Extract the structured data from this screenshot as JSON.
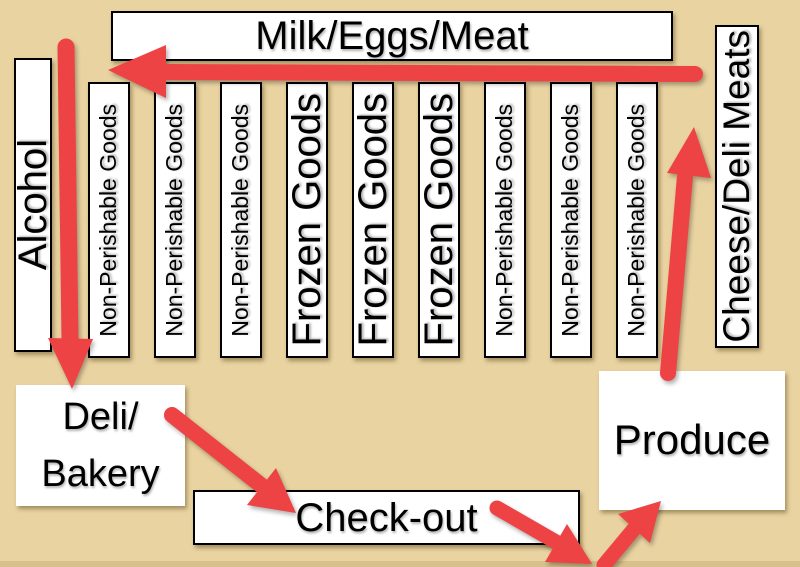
{
  "colors": {
    "background": "#e9d3a1",
    "bottom_edge": "#d7c08c",
    "arrow_red": "#ee4345",
    "box_fill": "#ffffff",
    "box_border": "#000000",
    "text": "#000000"
  },
  "store_map": {
    "top_section": {
      "label": "Milk/Eggs/Meat"
    },
    "left_section": {
      "label": "Alcohol"
    },
    "right_section": {
      "label": "Cheese/Deli Meats"
    },
    "aisles": [
      {
        "label": "Non-Perishable Goods"
      },
      {
        "label": "Non-Perishable Goods"
      },
      {
        "label": "Non-Perishable Goods"
      },
      {
        "label": "Frozen Goods"
      },
      {
        "label": "Frozen Goods"
      },
      {
        "label": "Frozen Goods"
      },
      {
        "label": "Non-Perishable Goods"
      },
      {
        "label": "Non-Perishable Goods"
      },
      {
        "label": "Non-Perishable Goods"
      }
    ],
    "deli_bakery": {
      "label_line1": "Deli/",
      "label_line2": "Bakery"
    },
    "produce": {
      "label": "Produce"
    },
    "checkout": {
      "label": "Check-out"
    }
  },
  "route_arrows": [
    {
      "name": "entrance-down-past-alcohol-to-deli-bakery"
    },
    {
      "name": "top-aisle-right-to-left-along-milk-eggs-meat"
    },
    {
      "name": "deli-bakery-to-checkout"
    },
    {
      "name": "checkout-to-exit-corner"
    },
    {
      "name": "exit-corner-up-to-produce"
    },
    {
      "name": "produce-up-to-cheese-deli-meats"
    }
  ]
}
